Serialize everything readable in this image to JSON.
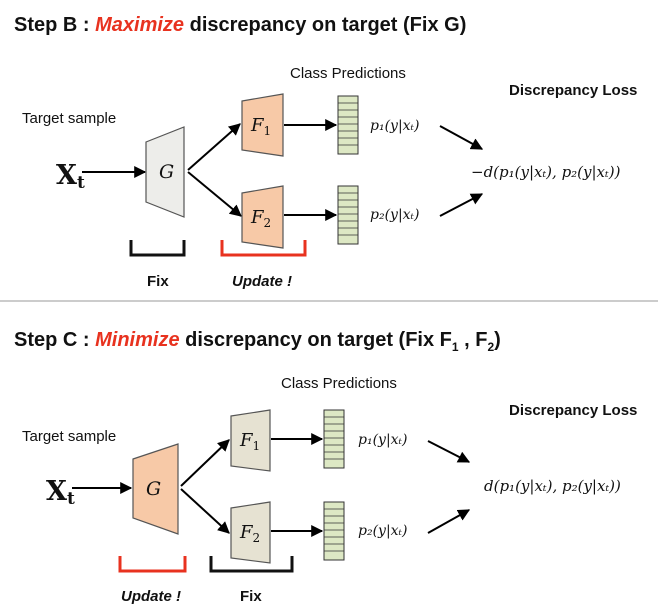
{
  "colors": {
    "highlight": "#e8321f",
    "update_module_fill": "#f7c9a7",
    "fixed_module_fill": "#e6e2d2",
    "g_fixed_fill": "#ededea",
    "prediction_fill": "#dde8c4",
    "bracket_update": "#e8321f",
    "bracket_fix": "#111111"
  },
  "step_b": {
    "title_prefix": "Step B : ",
    "title_highlight": "Maximize",
    "title_suffix": " discrepancy on target (Fix G)",
    "class_predictions": "Class Predictions",
    "discrepancy_loss": "Discrepancy Loss",
    "target_sample": "Target sample",
    "input_symbol": "X",
    "input_sub": "t",
    "generator": "G",
    "f1": "F",
    "f1_sub": "1",
    "f2": "F",
    "f2_sub": "2",
    "p1": "p₁(y|xₜ)",
    "p2": "p₂(y|xₜ)",
    "loss": "−d(p₁(y|xₜ), p₂(y|xₜ))",
    "fix_label": "Fix",
    "update_label": "Update !"
  },
  "step_c": {
    "title_prefix": "Step C : ",
    "title_highlight": "Minimize",
    "title_suffix_1": " discrepancy on target (Fix F",
    "sub1": "1",
    "title_mid": " , F",
    "sub2": "2",
    "title_end": ")",
    "class_predictions": "Class Predictions",
    "discrepancy_loss": "Discrepancy Loss",
    "target_sample": "Target sample",
    "input_symbol": "X",
    "input_sub": "t",
    "generator": "G",
    "f1": "F",
    "f1_sub": "1",
    "f2": "F",
    "f2_sub": "2",
    "p1": "p₁(y|xₜ)",
    "p2": "p₂(y|xₜ)",
    "loss": "d(p₁(y|xₜ), p₂(y|xₜ))",
    "update_label": "Update !",
    "fix_label": "Fix"
  }
}
